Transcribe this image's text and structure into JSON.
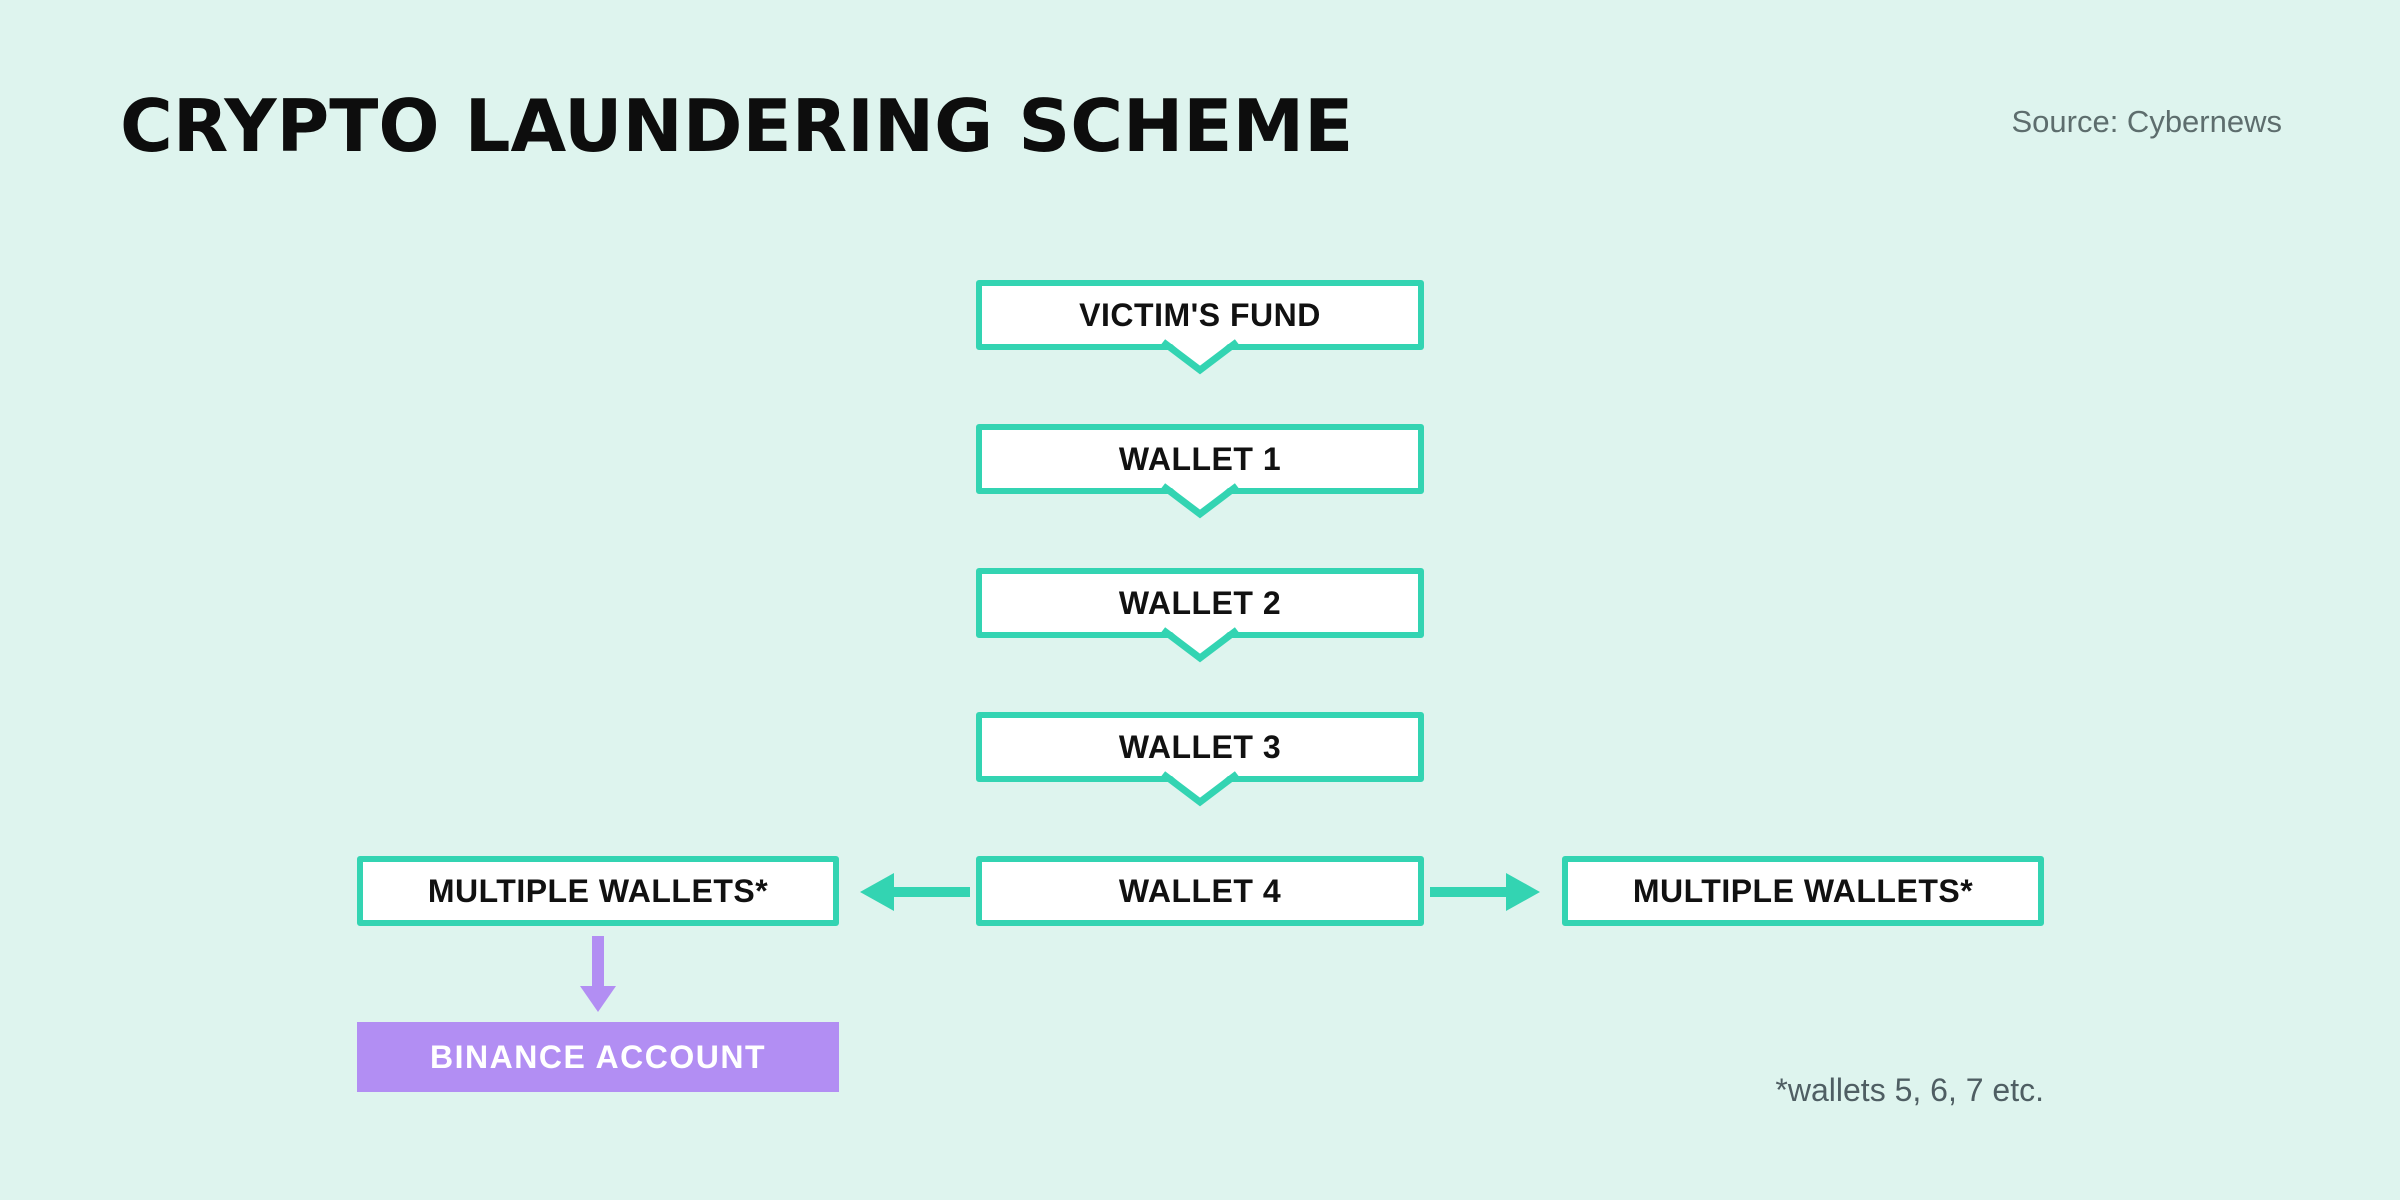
{
  "page": {
    "title": "CRYPTO LAUNDERING SCHEME",
    "source": "Source: Cybernews",
    "footnote": "*wallets 5, 6, 7 etc."
  },
  "colors": {
    "background": "#def4ee",
    "teal": "#33d4b2",
    "purple": "#b28ef3",
    "box_fill": "#ffffff",
    "title_text": "#0d0d0d",
    "label_text": "#111111",
    "source_text": "#5d6d6d",
    "footnote_text": "#4f5e63",
    "binance_text": "#ffffff"
  },
  "diagram": {
    "chain": [
      {
        "label": "VICTIM'S FUND"
      },
      {
        "label": "WALLET 1"
      },
      {
        "label": "WALLET 2"
      },
      {
        "label": "WALLET 3"
      },
      {
        "label": "WALLET 4"
      }
    ],
    "left_branch": {
      "label": "MULTIPLE WALLETS*"
    },
    "right_branch": {
      "label": "MULTIPLE WALLETS*"
    },
    "binance": {
      "label": "BINANCE ACCOUNT"
    }
  }
}
